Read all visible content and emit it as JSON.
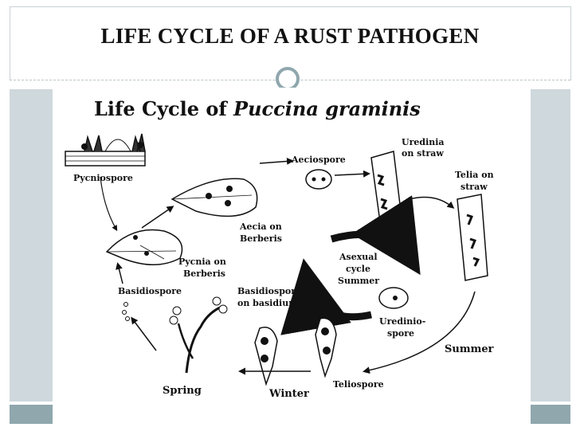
{
  "slide": {
    "title": "LIFE CYCLE OF A RUST PATHOGEN"
  },
  "diagram": {
    "title_prefix": "Life Cycle of ",
    "title_species": "Puccina graminis",
    "labels": {
      "pycniospore": "Pycniospore",
      "aeciospore": "Aeciospore",
      "uredinia_1": "Uredinia",
      "uredinia_2": "on straw",
      "telia_1": "Telia on",
      "telia_2": "straw",
      "aecia_1": "Aecia on",
      "aecia_2": "Berberis",
      "pycnia_1": "Pycnia on",
      "pycnia_2": "Berberis",
      "asexual_1": "Asexual",
      "asexual_2": "cycle",
      "asexual_3": "Summer",
      "basidiospore": "Basidiospore",
      "basidiospores_1": "Basidiospores",
      "basidiospores_2": "on basidium",
      "urediniospore_1": "Uredinio-",
      "urediniospore_2": "spore",
      "summer": "Summer",
      "teliospore": "Teliospore",
      "spring": "Spring",
      "winter": "Winter"
    }
  },
  "colors": {
    "band_light": "#cfd8dc",
    "band_dark": "#8fa7ad"
  }
}
